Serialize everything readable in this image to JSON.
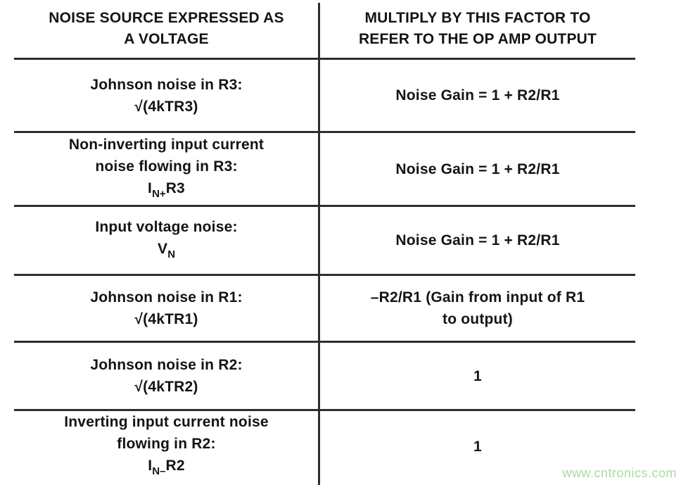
{
  "colors": {
    "background": "#ffffff",
    "text": "#141414",
    "rule_lines": "#2e2e2e",
    "watermark": "#abdba4"
  },
  "header": {
    "left": {
      "line1": "NOISE SOURCE EXPRESSED AS",
      "line2": "A VOLTAGE"
    },
    "right": {
      "line1": "MULTIPLY BY THIS FACTOR TO",
      "line2": "REFER TO THE OP AMP OUTPUT"
    }
  },
  "rows": [
    {
      "left": {
        "line1": "Johnson noise in R3:",
        "line2": "√(4kTR3)"
      },
      "right": {
        "line1": "Noise Gain = 1 + R2/R1"
      }
    },
    {
      "left": {
        "line1": "Non-inverting input current",
        "line2": "noise flowing in R3:",
        "formula": {
          "pre": "I",
          "sub": "N+",
          "post": "R3"
        }
      },
      "right": {
        "line1": "Noise Gain = 1 + R2/R1"
      }
    },
    {
      "left": {
        "line1": "Input voltage noise:",
        "formula": {
          "pre": "V",
          "sub": "N",
          "post": ""
        }
      },
      "right": {
        "line1": "Noise Gain = 1 + R2/R1"
      }
    },
    {
      "left": {
        "line1": "Johnson noise in R1:",
        "line2": "√(4kTR1)"
      },
      "right": {
        "line1": "–R2/R1 (Gain from input of R1",
        "line2": "to output)"
      }
    },
    {
      "left": {
        "line1": "Johnson noise in R2:",
        "line2": "√(4kTR2)"
      },
      "right": {
        "line1": "1"
      }
    },
    {
      "left": {
        "line1": "Inverting input current noise",
        "line2": "flowing in R2:",
        "formula": {
          "pre": "I",
          "sub": "N–",
          "post": "R2"
        }
      },
      "right": {
        "line1": "1"
      }
    }
  ],
  "watermark": {
    "text": "www.cntronics.com"
  }
}
